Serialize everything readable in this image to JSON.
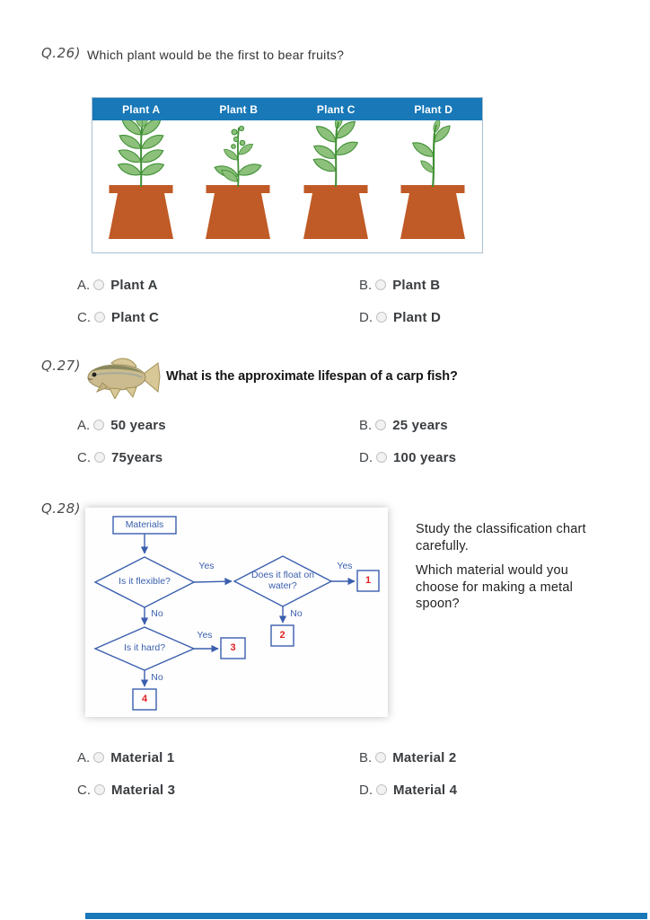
{
  "colors": {
    "accent_blue": "#1878b8",
    "flowchart_blue": "#3a5fae",
    "flowchart_number_red": "#e02020",
    "pot_terracotta": "#c05a26",
    "plant_green": "#3f8f33"
  },
  "illustrations": {
    "q26": "four-potted-plants",
    "q27": "carp-fish",
    "q28": "materials-classification-flowchart"
  },
  "q26": {
    "number": "Q.26)",
    "question": "Which plant would be the first to bear fruits?",
    "plant_table": {
      "columns": [
        "Plant A",
        "Plant B",
        "Plant C",
        "Plant D"
      ]
    },
    "options": [
      {
        "letter": "A.",
        "label": "Plant A"
      },
      {
        "letter": "B.",
        "label": "Plant B"
      },
      {
        "letter": "C.",
        "label": "Plant C"
      },
      {
        "letter": "D.",
        "label": "Plant D"
      }
    ]
  },
  "q27": {
    "number": "Q.27)",
    "question": "What is the approximate lifespan of a carp fish?",
    "options": [
      {
        "letter": "A.",
        "label": "50 years"
      },
      {
        "letter": "B.",
        "label": "25 years"
      },
      {
        "letter": "C.",
        "label": "75years"
      },
      {
        "letter": "D.",
        "label": "100 years"
      }
    ]
  },
  "q28": {
    "number": "Q.28)",
    "side_text_1": "Study the classification chart carefully.",
    "side_text_2": "Which material would you choose for making a metal spoon?",
    "flowchart": {
      "start": "Materials",
      "decision_flexible": "Is it flexible?",
      "decision_float": "Does it float on water?",
      "decision_hard": "Is it hard?",
      "yes": "Yes",
      "no": "No",
      "box1": "1",
      "box2": "2",
      "box3": "3",
      "box4": "4"
    },
    "options": [
      {
        "letter": "A.",
        "label": "Material 1"
      },
      {
        "letter": "B.",
        "label": "Material 2"
      },
      {
        "letter": "C.",
        "label": "Material 3"
      },
      {
        "letter": "D.",
        "label": "Material 4"
      }
    ]
  }
}
